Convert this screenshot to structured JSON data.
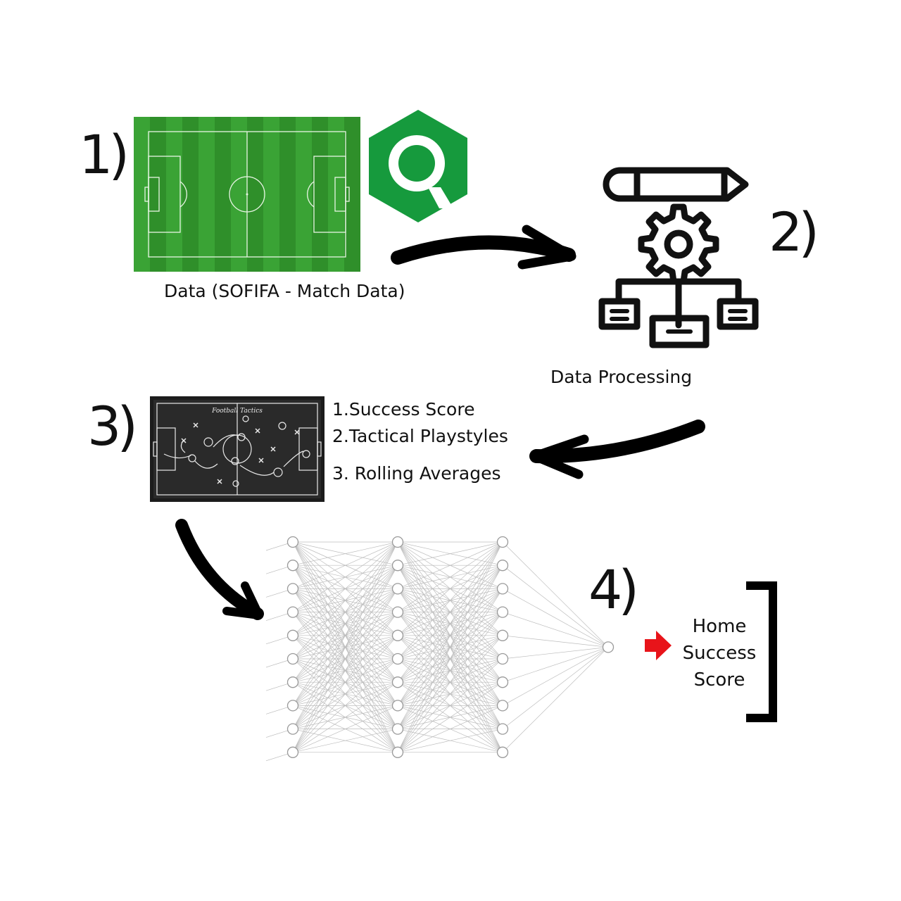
{
  "steps": {
    "step1": {
      "number": "1)",
      "caption": "Data (SOFIFA - Match Data)"
    },
    "step2": {
      "number": "2)",
      "caption": "Data Processing"
    },
    "step3": {
      "number": "3)",
      "chalkboard_title": "Football Tactics",
      "features": [
        "1.Success Score",
        "2.Tactical Playstyles",
        "3. Rolling Averages"
      ]
    },
    "step4": {
      "number": "4)",
      "output_lines": [
        "Home",
        "Success",
        "Score"
      ]
    }
  },
  "icons": {
    "pitch": "football-pitch-icon",
    "search": "search-hex-logo-icon",
    "processing": "data-processing-icon",
    "tactics": "tactics-board-icon",
    "network": "neural-network-icon",
    "pointer": "red-arrow-icon"
  },
  "network": {
    "layer_sizes": [
      10,
      10,
      10,
      1
    ]
  },
  "colors": {
    "pitch_dark": "#2f8f2a",
    "pitch_light": "#3aa335",
    "logo_green": "#169a3d",
    "chalkboard": "#2a2a2a",
    "arrow": "#000000",
    "pointer": "#e8141a"
  }
}
